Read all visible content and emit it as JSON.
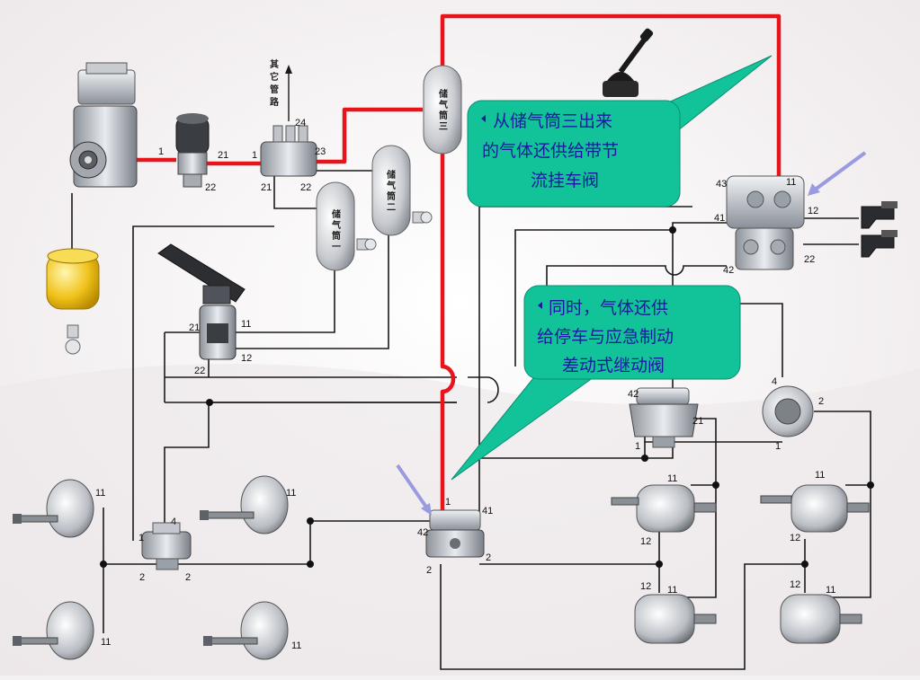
{
  "callouts": {
    "top": {
      "lines": [
        "从储气筒三出来",
        "的气体还供给带节",
        "流挂车阀"
      ]
    },
    "middle": {
      "lines": [
        "同时，气体还供",
        "给停车与应急制动",
        "差动式继动阀"
      ]
    }
  },
  "other_pipeline_label": [
    "其",
    "它",
    "管",
    "路"
  ],
  "tanks": {
    "t1": [
      "储",
      "气",
      "筒",
      "一"
    ],
    "t2": [
      "储",
      "气",
      "筒",
      "二"
    ],
    "t3": [
      "储",
      "气",
      "筒",
      "三"
    ]
  },
  "ports": {
    "dryer_in": "1",
    "dryer_out": "21",
    "dryer_22": "22",
    "pv_in": "1",
    "pv_24": "24",
    "pv_23": "23",
    "pv_21": "21",
    "pv_22": "22",
    "trailer_43": "43",
    "trailer_11": "11",
    "trailer_41": "41",
    "trailer_42": "42",
    "trailer_12": "12",
    "trailer_22": "22",
    "brake_21": "21",
    "brake_11": "11",
    "brake_22": "22",
    "brake_12": "12",
    "relay_c_1": "1",
    "relay_c_42": "42",
    "relay_c_41": "41",
    "relay_c_2": "2",
    "relay_l_1": "1",
    "relay_l_4": "4",
    "relay_l_2a": "2",
    "relay_l_2b": "2",
    "diff_42": "42",
    "diff_21": "21",
    "diff_1": "1",
    "valve_r_4": "4",
    "valve_r_2": "2",
    "valve_r_1": "1",
    "ch_tl_11": "11",
    "ch_bl_11": "11",
    "ch_tm_11": "11",
    "ch_bm_11": "11",
    "ch_mr1_11": "11",
    "ch_mr1_12": "12",
    "ch_mr2_12": "12",
    "ch_mr2_11": "11",
    "ch_fr1_11": "11",
    "ch_fr1_12": "12",
    "ch_fr2_12": "12",
    "ch_fr2_11": "11",
    "tt_1": "1",
    "tt_2": "2"
  },
  "colors": {
    "main_pipe": "#e8141c",
    "pipe": "#1a1a1a",
    "callout_fill": "#12c39a",
    "callout_text": "#1a1aa0",
    "arrow": "#9a9ae0"
  },
  "icons": [
    "compressor-icon",
    "air-dryer-icon",
    "protection-valve-icon",
    "air-tank-icon",
    "hand-brake-valve-icon",
    "foot-brake-valve-icon",
    "trailer-control-valve-icon",
    "relay-valve-icon",
    "brake-chamber-icon",
    "drain-valve-icon",
    "gladhand-icon"
  ]
}
